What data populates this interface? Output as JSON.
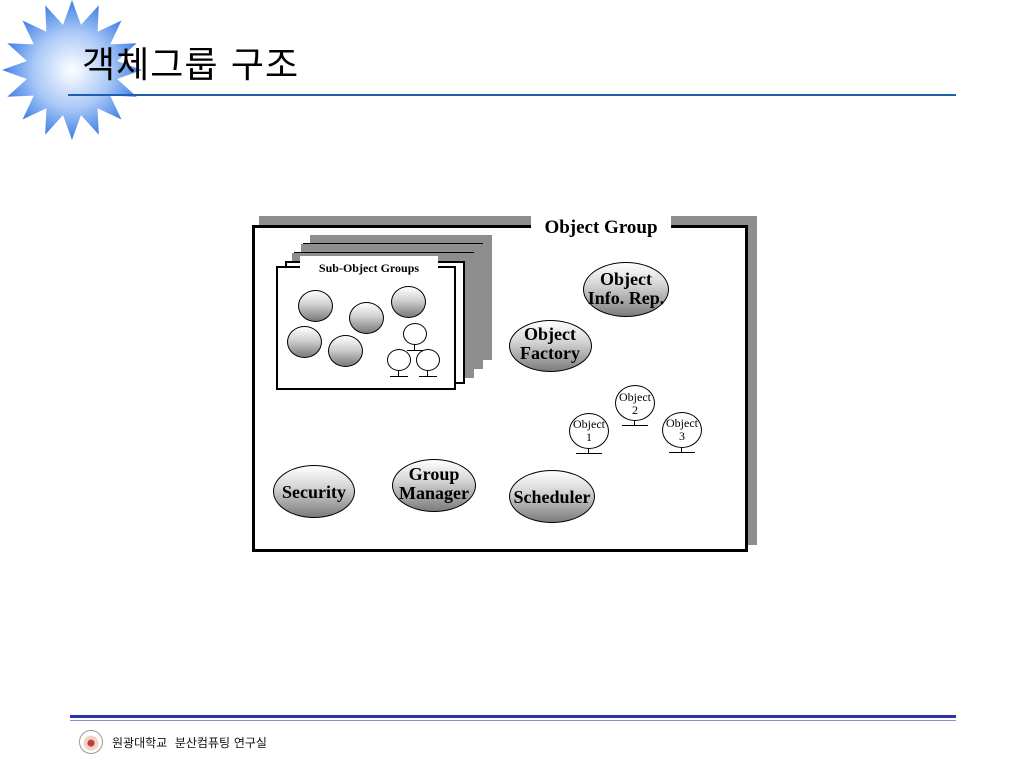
{
  "slide": {
    "title": "객체그룹 구조"
  },
  "diagram": {
    "object_group_label": "Object Group",
    "sub_object_groups_label": "Sub-Object Groups",
    "components": {
      "object_info_rep": [
        "Object",
        "Info. Rep."
      ],
      "object_factory": [
        "Object",
        "Factory"
      ],
      "security": "Security",
      "group_manager": [
        "Group",
        "Manager"
      ],
      "scheduler": "Scheduler"
    },
    "objects": [
      {
        "name": "Object",
        "number": "1"
      },
      {
        "name": "Object",
        "number": "2"
      },
      {
        "name": "Object",
        "number": "3"
      }
    ]
  },
  "footer": {
    "text": "원광대학교  분산컴퓨팅 연구실"
  },
  "colors": {
    "title_rule": "#1f5fb0",
    "footer_rule": "#2a36a8",
    "starburst": "#3b7ee6"
  }
}
